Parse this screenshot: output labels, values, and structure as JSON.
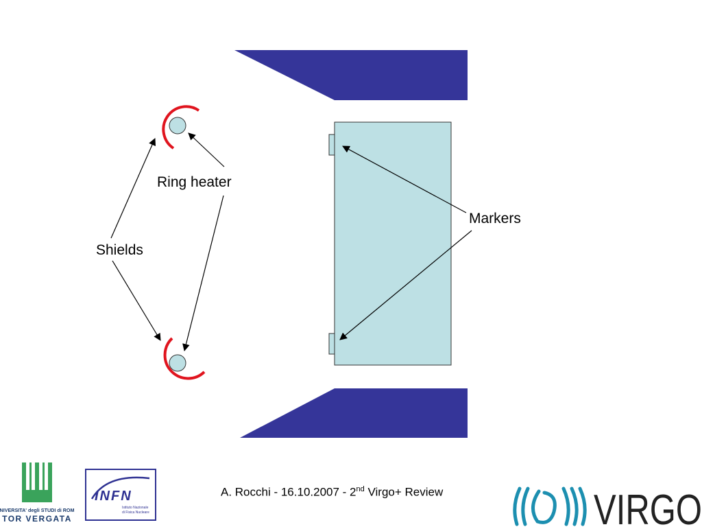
{
  "labels": {
    "ring_heater": "Ring heater",
    "shields": "Shields",
    "markers": "Markers"
  },
  "footer": {
    "author_date": "A. Rocchi - 16.10.2007 - 2",
    "sup": "nd",
    "event": " Virgo+ Review"
  },
  "logos": {
    "univ_line1": "UNIVERSITA' degli STUDI di ROMA",
    "univ_line2": "TOR VERGATA",
    "infn_main": "INFN",
    "infn_sub1": "Istituto Nazionale",
    "infn_sub2": "di Fisica Nucleare",
    "virgo": "VIRGO"
  },
  "colors": {
    "blue_block": "#353599",
    "mirror_fill": "#bde0e4",
    "shield_red": "#e0141e",
    "arrow": "#000000"
  }
}
